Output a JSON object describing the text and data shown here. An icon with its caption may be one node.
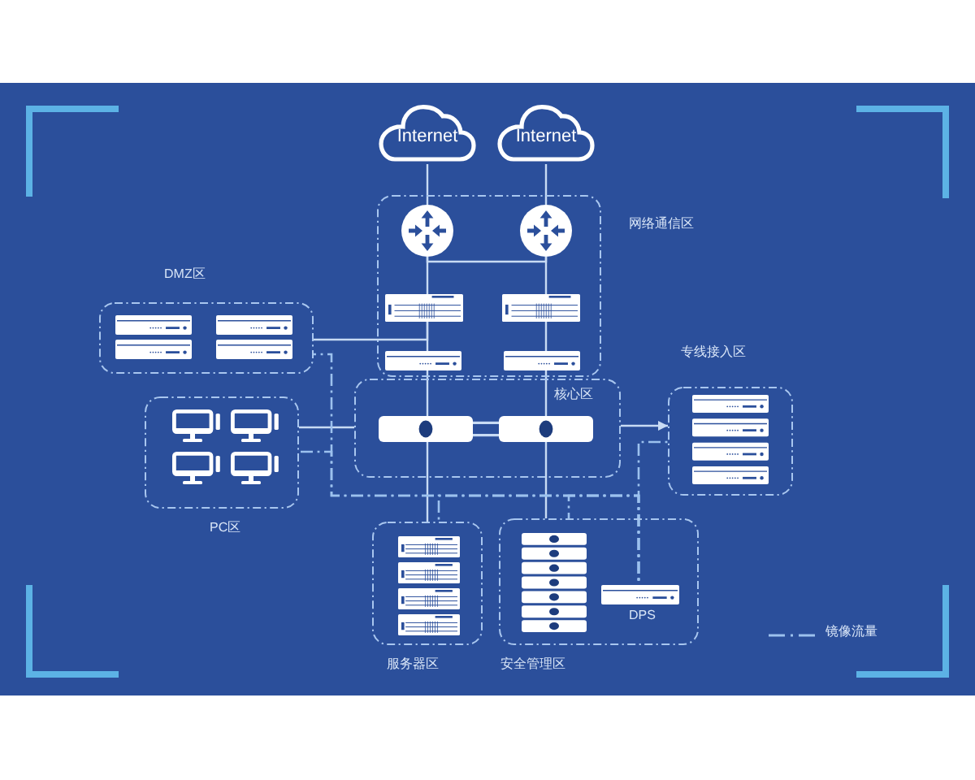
{
  "diagram": {
    "nodes": [
      {
        "text": [
          "Internet"
        ]
      },
      {
        "text": [
          "Internet"
        ]
      },
      {
        "text": [
          "网络通信区"
        ]
      },
      {
        "text": [],
        "shape": "circle",
        "in": 2
      },
      {
        "text": [],
        "shape": "circle",
        "in": 2
      },
      {
        "text": [],
        "shape": "box",
        "in": 2
      },
      {
        "text": [],
        "shape": "box",
        "in": 2
      },
      {
        "text": [],
        "shape": "box",
        "in": 2
      },
      {
        "text": [],
        "shape": "box",
        "in": 2
      },
      {
        "text": [
          "DMZ区"
        ]
      },
      {
        "text": [
          "核心区"
        ]
      },
      {
        "text": [],
        "shape": "box",
        "in": 10
      },
      {
        "text": [],
        "shape": "box",
        "in": 10
      },
      {
        "text": [
          "专线接入区"
        ]
      },
      {
        "text": [
          "PC区"
        ]
      },
      {
        "text": [
          "服务器区"
        ]
      },
      {
        "text": [
          "安全管理区"
        ]
      },
      {
        "text": [
          "DPS"
        ],
        "in": 16
      }
    ],
    "edges": [
      {
        "from": 0,
        "to": 3,
        "arrow": "none"
      },
      {
        "from": 1,
        "to": 4,
        "arrow": "none"
      },
      {
        "from": 3,
        "to": 4,
        "arrow": "none"
      },
      {
        "from": 3,
        "to": 5,
        "arrow": "none"
      },
      {
        "from": 4,
        "to": 6,
        "arrow": "none"
      },
      {
        "from": 5,
        "to": 7,
        "arrow": "none"
      },
      {
        "from": 6,
        "to": 8,
        "arrow": "none"
      },
      {
        "from": 7,
        "to": 11,
        "arrow": "none"
      },
      {
        "from": 8,
        "to": 12,
        "arrow": "none"
      },
      {
        "from": 11,
        "to": 12,
        "arrow": "none",
        "style": "thick"
      },
      {
        "from": 9,
        "to": 5,
        "arrow": "none"
      },
      {
        "from": 14,
        "to": 10,
        "arrow": "none"
      },
      {
        "from": 10,
        "to": 13,
        "arrow": "to"
      },
      {
        "from": 11,
        "to": 15,
        "arrow": "none"
      },
      {
        "from": 12,
        "to": 16,
        "arrow": "none"
      },
      {
        "from": 9,
        "to": 17,
        "arrow": "none",
        "style": "dashed"
      },
      {
        "from": 14,
        "to": 17,
        "arrow": "none",
        "style": "dashed"
      },
      {
        "from": 15,
        "to": 17,
        "arrow": "none",
        "style": "dashed"
      },
      {
        "from": 16,
        "to": 17,
        "arrow": "none",
        "style": "dashed"
      },
      {
        "from": 13,
        "to": 17,
        "arrow": "none",
        "style": "dashed"
      }
    ],
    "legend": [
      {
        "text": "镜像流量"
      }
    ]
  }
}
